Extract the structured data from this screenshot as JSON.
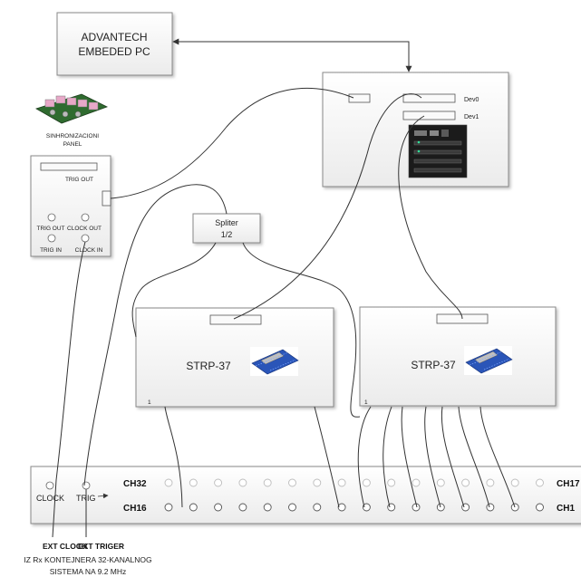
{
  "embedded_pc": {
    "line1": "ADVANTECH",
    "line2": "EMBEDED PC"
  },
  "sync_panel": {
    "caption_line1": "SINHRONIZACIONI",
    "caption_line2": "PANEL",
    "trig_out_label": "TRIG OUT",
    "trig_out_port": "TRIG OUT",
    "clock_out_port": "CLOCK OUT",
    "trig_in_port": "TRIG IN",
    "clock_in_port": "CLOCK IN"
  },
  "pc_box": {
    "dev0": "Dev0",
    "dev1": "Dev1"
  },
  "splitter": {
    "line1": "Spliter",
    "line2": "1/2"
  },
  "strp_left": {
    "title": "STRP-37",
    "pin": "1"
  },
  "strp_right": {
    "title": "STRP-37",
    "pin": "1"
  },
  "patch_panel": {
    "row1_label": "CH32",
    "row2_label": "CH16",
    "row1_right_label": "CH17",
    "row2_right_label": "CH1",
    "clock_label": "CLOCK",
    "trig_label": "TRIG"
  },
  "ext_clock": "EXT CLOCK",
  "ext_trigger": "EXT TRIGER",
  "source_line1": "IZ Rx KONTEJNERA 32-KANALNOG",
  "source_line2": "SISTEMA NA 9.2 MHz"
}
